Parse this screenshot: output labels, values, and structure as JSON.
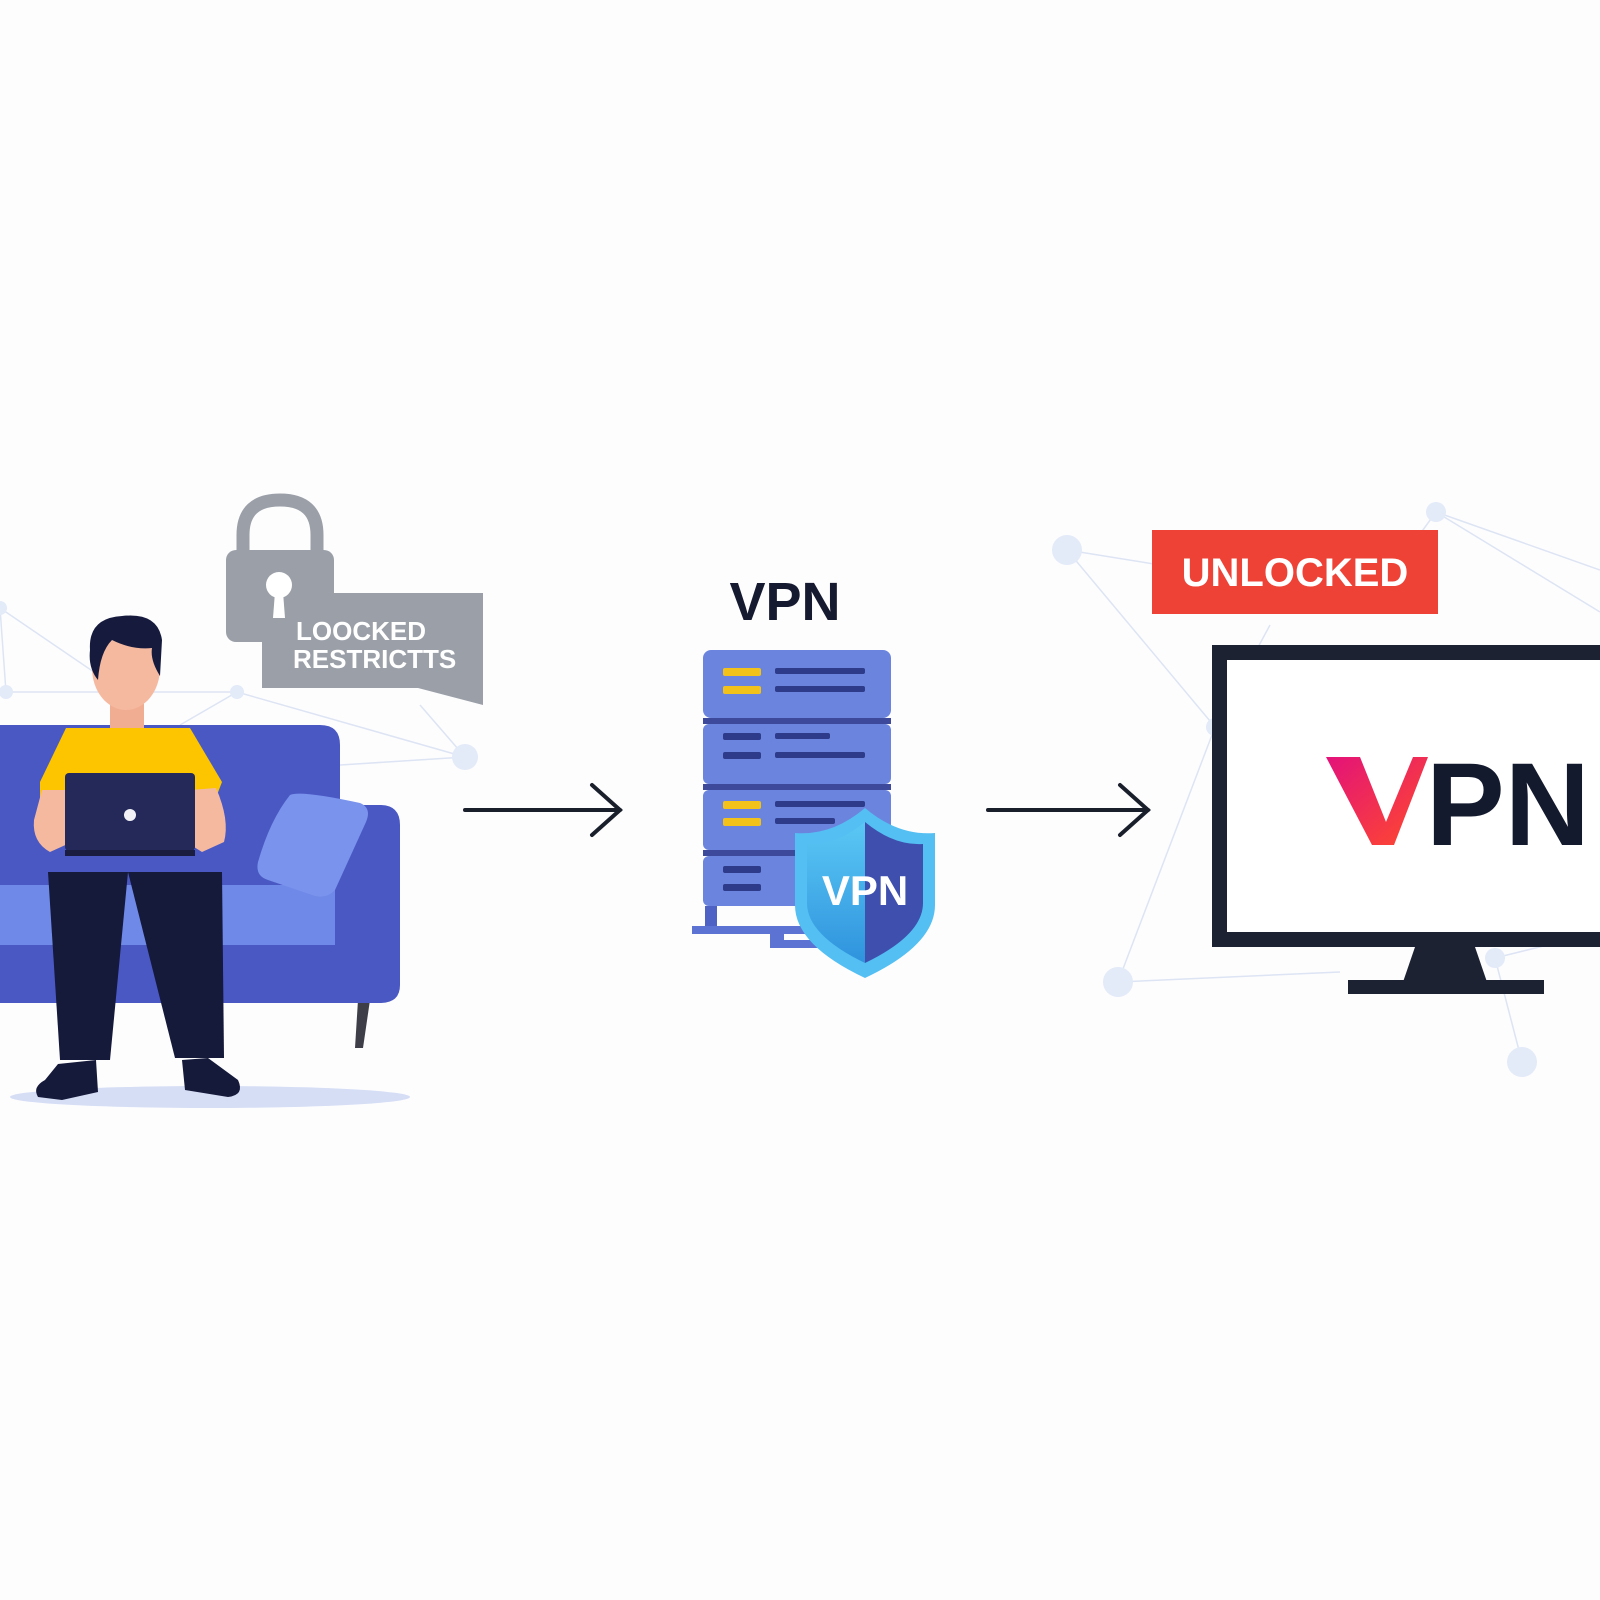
{
  "lock_message": {
    "line1": "LOOCKED",
    "line2": "RESTRICTTS"
  },
  "server": {
    "title": "VPN",
    "shield_label": "VPN"
  },
  "unlocked_badge": {
    "label": "UNLOCKED"
  },
  "tv_screen": {
    "first_letter": "V",
    "rest": "PN"
  },
  "colors": {
    "background": "#fdfdfe",
    "network_line": "#dde4f3",
    "network_node": "#e3eaf8",
    "sofa_dark": "#4a58c4",
    "sofa_light": "#6f89e8",
    "shirt": "#fcc500",
    "skin": "#f5b9a0",
    "hair": "#161b3d",
    "pants": "#15193a",
    "laptop": "#24295a",
    "lock_gray": "#9ba0a8",
    "server_body": "#6b85df",
    "server_led": "#f2c21a",
    "server_line": "#2e3a8a",
    "shield_light": "#45b3ee",
    "shield_dark": "#3e4fae",
    "badge_red": "#ee4237",
    "tv_frame": "#1d2232",
    "logo_pink": "#e3127a",
    "logo_orange": "#ff4b2b",
    "logo_text": "#141a2e",
    "arrow": "#1a1f2c"
  },
  "icons": [
    "padlock-icon",
    "laptop-icon",
    "server-rack-icon",
    "shield-icon",
    "arrow-right-icon",
    "tv-monitor-icon"
  ]
}
